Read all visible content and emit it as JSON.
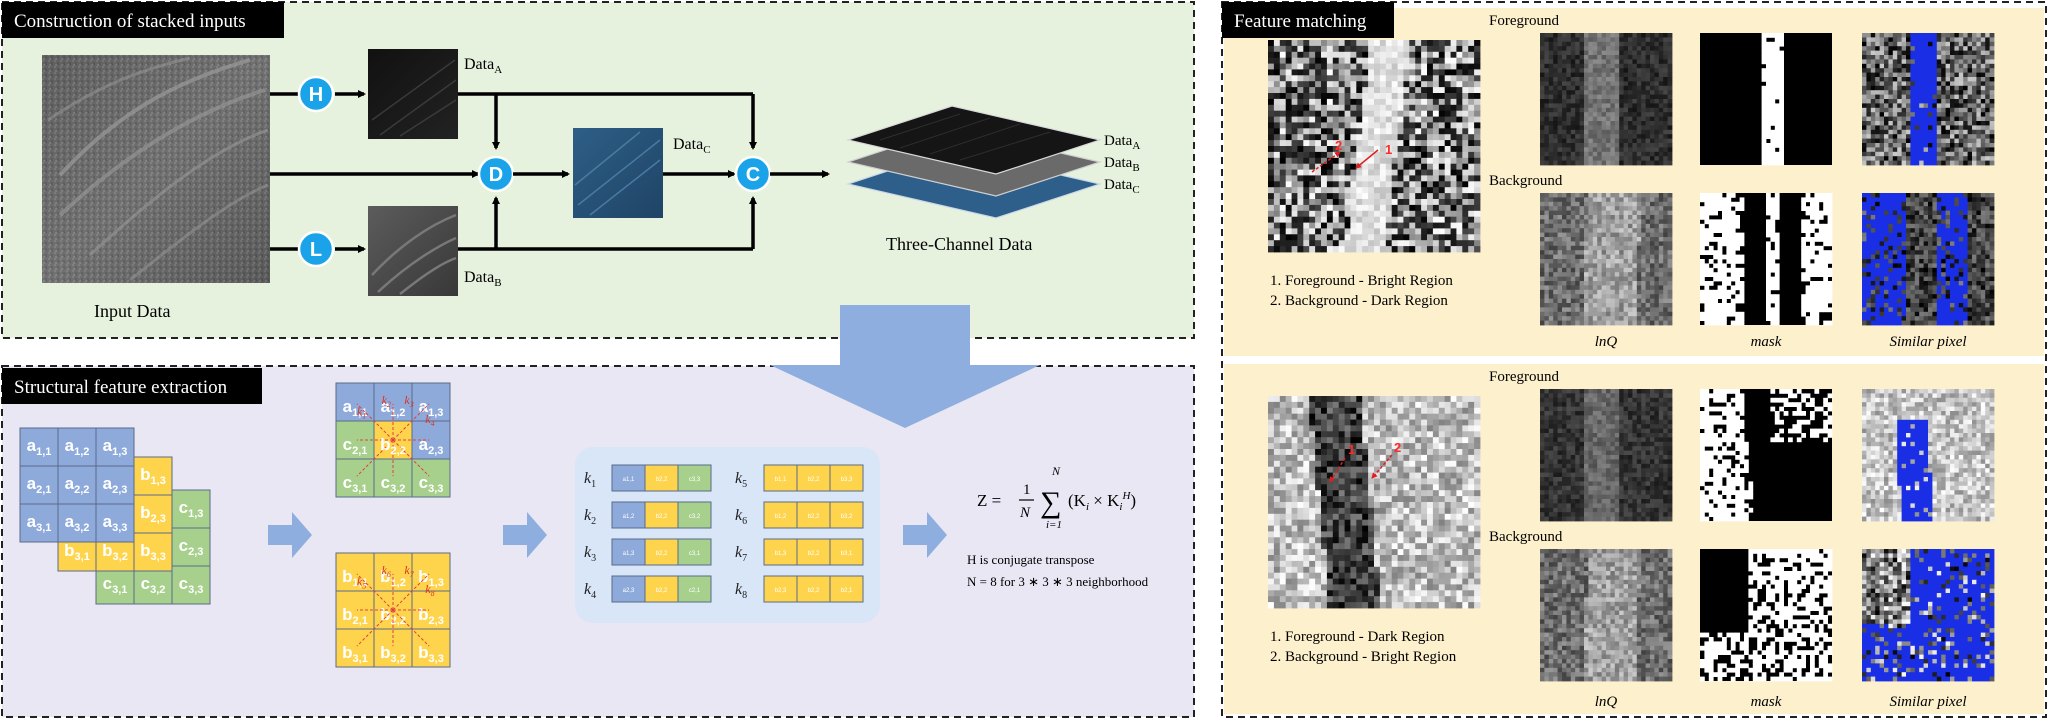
{
  "colors": {
    "top_panel_bg": "#e6f2de",
    "bottom_panel_bg": "#e9e7f3",
    "right_panel_bg": "#fdf0cd",
    "node_blue": "#1aa3e8",
    "cell_a": "#8eaadb",
    "cell_b": "#ffd44d",
    "cell_c": "#a8d08d",
    "arrow_blue": "#8eaee0",
    "highlight_blue": "#1a2ee6",
    "red_marker": "#e02020"
  },
  "panel_stack": {
    "title": "Construction of stacked inputs",
    "input_label": "Input Data",
    "node_h": "H",
    "node_l": "L",
    "node_d": "D",
    "node_c": "C",
    "data_a": "Data",
    "data_a_sub": "A",
    "data_b": "Data",
    "data_b_sub": "B",
    "data_c": "Data",
    "data_c_sub": "C",
    "stack_a": "Data",
    "stack_a_sub": "A",
    "stack_b": "Data",
    "stack_b_sub": "B",
    "stack_c": "Data",
    "stack_c_sub": "C",
    "three_channel_label": "Three-Channel  Data"
  },
  "panel_struct": {
    "title": "Structural feature extraction",
    "matrix_a": [
      [
        "a",
        "1,1"
      ],
      [
        "a",
        "1,2"
      ],
      [
        "a",
        "1,3"
      ],
      [
        "a",
        "2,1"
      ],
      [
        "a",
        "2,2"
      ],
      [
        "a",
        "2,3"
      ],
      [
        "a",
        "3,1"
      ],
      [
        "a",
        "3,2"
      ],
      [
        "a",
        "3,3"
      ]
    ],
    "matrix_b": [
      [
        "b",
        "1,3"
      ],
      [
        "b",
        "2,3"
      ],
      [
        "b",
        "3,3"
      ],
      [
        "b",
        "3,1"
      ],
      [
        "b",
        "3,2"
      ]
    ],
    "matrix_c": [
      [
        "c",
        "1,3"
      ],
      [
        "c",
        "2,3"
      ],
      [
        "c",
        "3,3"
      ],
      [
        "c",
        "3,1"
      ],
      [
        "c",
        "3,2"
      ]
    ],
    "grid_top": [
      [
        "a",
        "1,1"
      ],
      [
        "a",
        "1,2"
      ],
      [
        "a",
        "1,3"
      ],
      [
        "c",
        "2,1"
      ],
      [
        "b",
        "2,2"
      ],
      [
        "a",
        "2,3"
      ],
      [
        "c",
        "3,1"
      ],
      [
        "c",
        "3,2"
      ],
      [
        "c",
        "3,3"
      ]
    ],
    "grid_bottom": [
      [
        "b",
        "1,1"
      ],
      [
        "b",
        "1,2"
      ],
      [
        "b",
        "1,3"
      ],
      [
        "b",
        "2,1"
      ],
      [
        "b",
        "2,2"
      ],
      [
        "b",
        "2,3"
      ],
      [
        "b",
        "3,1"
      ],
      [
        "b",
        "3,2"
      ],
      [
        "b",
        "3,3"
      ]
    ],
    "grid_top_k": [
      [
        "k",
        "1"
      ],
      [
        "k",
        "2"
      ],
      [
        "k",
        "3"
      ],
      [
        "k",
        "4"
      ]
    ],
    "grid_bottom_k": [
      [
        "k",
        "5"
      ],
      [
        "k",
        "6"
      ],
      [
        "k",
        "7"
      ],
      [
        "k",
        "8"
      ]
    ],
    "k_rows_left": [
      {
        "k": "k",
        "sub": "1",
        "cells": [
          "a1,1",
          "b2,2",
          "c3,3"
        ]
      },
      {
        "k": "k",
        "sub": "2",
        "cells": [
          "a1,2",
          "b2,2",
          "c3,2"
        ]
      },
      {
        "k": "k",
        "sub": "3",
        "cells": [
          "a1,3",
          "b2,2",
          "c3,1"
        ]
      },
      {
        "k": "k",
        "sub": "4",
        "cells": [
          "a2,3",
          "b2,2",
          "c2,1"
        ]
      }
    ],
    "k_rows_right": [
      {
        "k": "k",
        "sub": "5",
        "cells": [
          "b1,1",
          "b2,2",
          "b3,3"
        ]
      },
      {
        "k": "k",
        "sub": "6",
        "cells": [
          "b1,2",
          "b2,2",
          "b3,2"
        ]
      },
      {
        "k": "k",
        "sub": "7",
        "cells": [
          "b1,3",
          "b2,2",
          "b3,1"
        ]
      },
      {
        "k": "k",
        "sub": "8",
        "cells": [
          "b2,3",
          "b2,2",
          "b2,1"
        ]
      }
    ],
    "formula_lhs": "Z =",
    "formula_frac_num": "1",
    "formula_frac_den": "N",
    "formula_sum": "∑",
    "formula_sum_top": "N",
    "formula_sum_bottom": "i=1",
    "formula_body": "(K",
    "formula_body_sub1": "i",
    "formula_body_mid": " × K",
    "formula_body_sub2": "i",
    "formula_body_sup": "H",
    "formula_body_end": ")",
    "note_h": "H is conjugate transpose",
    "note_n": "N  =  8 for 3 ∗ 3 ∗ 3 neighborhood"
  },
  "panel_match": {
    "title": "Feature matching",
    "top": {
      "foreground": "Foreground",
      "background": "Background",
      "legend_1": "1.  Foreground  - Bright Region",
      "legend_2": "2.  Background  - Dark Region",
      "marker_1": "1",
      "marker_2": "2"
    },
    "bottom": {
      "foreground": "Foreground",
      "background": "Background",
      "legend_1": "1.  Foreground  - Dark Region",
      "legend_2": "2.  Background  - Bright Region",
      "marker_1": "1",
      "marker_2": "2"
    },
    "captions": [
      "lnQ",
      "mask",
      "Similar pixel"
    ]
  }
}
